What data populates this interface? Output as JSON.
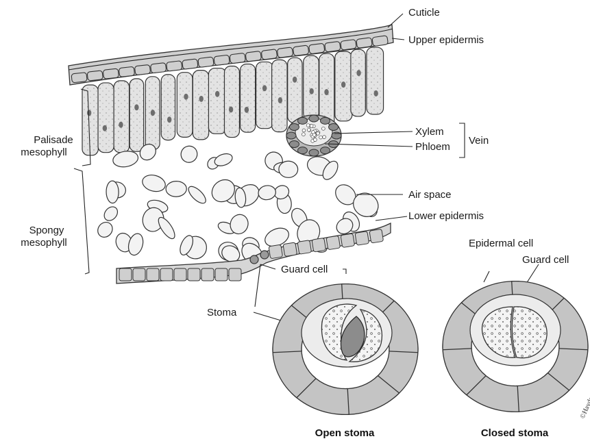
{
  "labels": {
    "cuticle": "Cuticle",
    "upper_epidermis": "Upper epidermis",
    "palisade_1": "Palisade",
    "palisade_2": "mesophyll",
    "xylem": "Xylem",
    "phloem": "Phloem",
    "vein": "Vein",
    "air_space": "Air space",
    "spongy_1": "Spongy",
    "spongy_2": "mesophyll",
    "lower_epidermis": "Lower epidermis",
    "guard_cell_1": "Guard cell",
    "epidermal_cell": "Epidermal cell",
    "guard_cell_2": "Guard cell",
    "stoma": "Stoma",
    "open_stoma": "Open stoma",
    "closed_stoma": "Closed stoma",
    "copyright": "©Hayden-McNeil, LLC"
  },
  "colors": {
    "cell_fill": "#d9d9d9",
    "cell_light": "#e8e8e8",
    "air_fill": "#f2f2f2",
    "phloem_fill": "#8c8c8c",
    "stroke": "#333333"
  }
}
